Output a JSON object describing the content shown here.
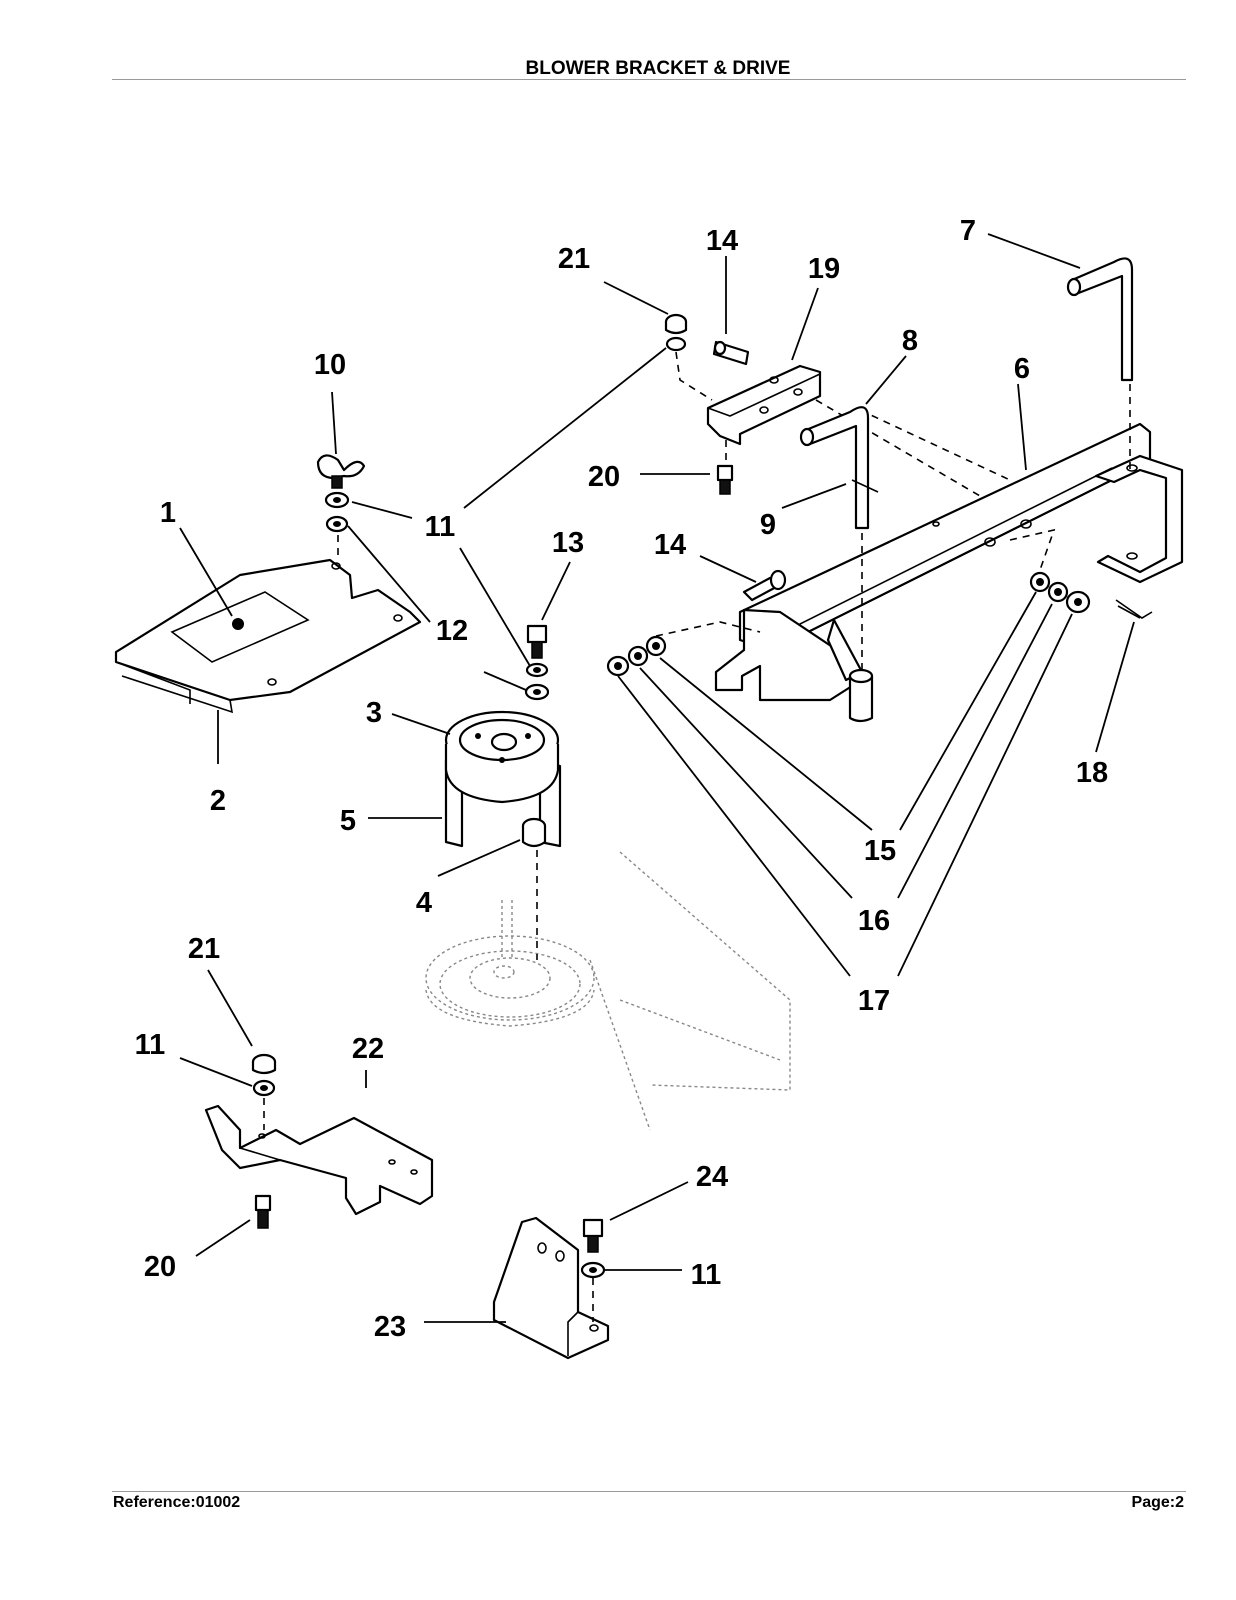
{
  "header": {
    "title": "BLOWER BRACKET & DRIVE"
  },
  "footer": {
    "reference": "Reference:01002",
    "page": "Page:2"
  },
  "callouts": [
    {
      "id": "c1",
      "label": "1"
    },
    {
      "id": "c2",
      "label": "2"
    },
    {
      "id": "c3",
      "label": "3"
    },
    {
      "id": "c4",
      "label": "4"
    },
    {
      "id": "c5",
      "label": "5"
    },
    {
      "id": "c6",
      "label": "6"
    },
    {
      "id": "c7",
      "label": "7"
    },
    {
      "id": "c8",
      "label": "8"
    },
    {
      "id": "c9",
      "label": "9"
    },
    {
      "id": "c10",
      "label": "10"
    },
    {
      "id": "c11a",
      "label": "11"
    },
    {
      "id": "c11b",
      "label": "11"
    },
    {
      "id": "c11c",
      "label": "11"
    },
    {
      "id": "c12",
      "label": "12"
    },
    {
      "id": "c13",
      "label": "13"
    },
    {
      "id": "c14a",
      "label": "14"
    },
    {
      "id": "c14b",
      "label": "14"
    },
    {
      "id": "c15",
      "label": "15"
    },
    {
      "id": "c16",
      "label": "16"
    },
    {
      "id": "c17",
      "label": "17"
    },
    {
      "id": "c18",
      "label": "18"
    },
    {
      "id": "c19",
      "label": "19"
    },
    {
      "id": "c20a",
      "label": "20"
    },
    {
      "id": "c20b",
      "label": "20"
    },
    {
      "id": "c21a",
      "label": "21"
    },
    {
      "id": "c21b",
      "label": "21"
    },
    {
      "id": "c22",
      "label": "22"
    },
    {
      "id": "c23",
      "label": "23"
    },
    {
      "id": "c24",
      "label": "24"
    }
  ]
}
